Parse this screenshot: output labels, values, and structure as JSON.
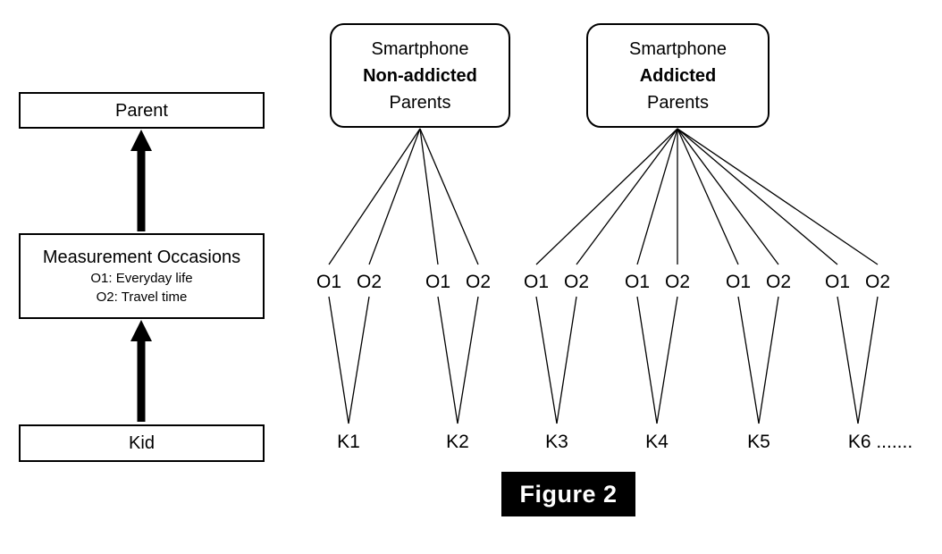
{
  "figure": {
    "caption": "Figure 2"
  },
  "legend_column": {
    "levels": [
      {
        "id": "parent",
        "title": "Parent",
        "sublines": []
      },
      {
        "id": "measurement-occasions",
        "title": "Measurement Occasions",
        "sublines": [
          "O1: Everyday life",
          "O2: Travel time"
        ]
      },
      {
        "id": "kid",
        "title": "Kid",
        "sublines": []
      }
    ],
    "arrows": [
      {
        "id": "kid-to-occasions",
        "direction": "up"
      },
      {
        "id": "occasions-to-parent",
        "direction": "up"
      }
    ]
  },
  "tree": {
    "groups": [
      {
        "id": "non-addicted",
        "line1": "Smartphone",
        "line2": "Non-addicted",
        "line3": "Parents",
        "kids": [
          {
            "label": "K1",
            "occasions": [
              "O1",
              "O2"
            ]
          },
          {
            "label": "K2",
            "occasions": [
              "O1",
              "O2"
            ]
          }
        ]
      },
      {
        "id": "addicted",
        "line1": "Smartphone",
        "line2": "Addicted",
        "line3": "Parents",
        "kids": [
          {
            "label": "K3",
            "occasions": [
              "O1",
              "O2"
            ]
          },
          {
            "label": "K4",
            "occasions": [
              "O1",
              "O2"
            ]
          },
          {
            "label": "K5",
            "occasions": [
              "O1",
              "O2"
            ]
          },
          {
            "label": "K6 .......",
            "occasions": [
              "O1",
              "O2"
            ]
          }
        ]
      }
    ]
  },
  "colors": {
    "stroke": "#000000",
    "background": "#ffffff",
    "caption_background": "#000000",
    "caption_text": "#ffffff"
  },
  "occasion_labels": {
    "g0_k0_o1": "O1",
    "g0_k0_o2": "O2",
    "g0_k1_o1": "O1",
    "g0_k1_o2": "O2",
    "g1_k0_o1": "O1",
    "g1_k0_o2": "O2",
    "g1_k1_o1": "O1",
    "g1_k1_o2": "O2",
    "g1_k2_o1": "O1",
    "g1_k2_o2": "O2",
    "g1_k3_o1": "O1",
    "g1_k3_o2": "O2"
  },
  "kid_labels": {
    "k1": "K1",
    "k2": "K2",
    "k3": "K3",
    "k4": "K4",
    "k5": "K5",
    "k6": "K6 ......."
  }
}
